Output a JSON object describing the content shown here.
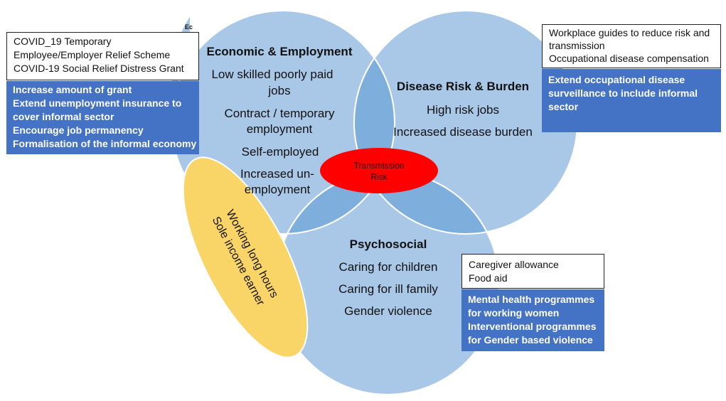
{
  "fragment_label": "Ec",
  "circles": {
    "economic": {
      "title": "Economic & Employment",
      "items": [
        "Low skilled poorly paid",
        "jobs",
        "Contract / temporary",
        "employment",
        "Self-employed",
        "Increased un-",
        "employment"
      ]
    },
    "disease": {
      "title": "Disease Risk & Burden",
      "items": [
        "High risk jobs",
        "Increased disease burden"
      ]
    },
    "psychosocial": {
      "title": "Psychosocial",
      "items": [
        "Caring for children",
        "Caring for ill family",
        "Gender violence"
      ]
    }
  },
  "center": {
    "line1": "Transmission",
    "line2": "Risk"
  },
  "oval": {
    "line1": "Working long hours",
    "line2": "Sole income earner"
  },
  "boxes": {
    "economic_existing": [
      "COVID_19 Temporary",
      "Employee/Employer Relief Scheme",
      "COVID-19 Social Relief Distress Grant"
    ],
    "economic_proposed": [
      "Increase amount of grant",
      "Extend unemployment insurance to",
      "cover informal sector",
      "Encourage job permanency",
      "Formalisation of the informal economy"
    ],
    "disease_existing": [
      "Workplace guides to reduce risk and",
      "transmission",
      "Occupational disease compensation"
    ],
    "disease_proposed": [
      "Extend occupational disease",
      "surveillance to include informal",
      "sector"
    ],
    "psychosocial_existing": [
      "Caregiver allowance",
      "Food aid"
    ],
    "psychosocial_proposed": [
      "Mental health programmes",
      "for working women",
      "Interventional programmes",
      "for Gender based violence"
    ]
  },
  "colors": {
    "circle": "#a9c8e8",
    "overlap": "#7eaedc",
    "center": "#ff0000",
    "oval": "#f9d466",
    "proposed_box": "#4472c4"
  }
}
